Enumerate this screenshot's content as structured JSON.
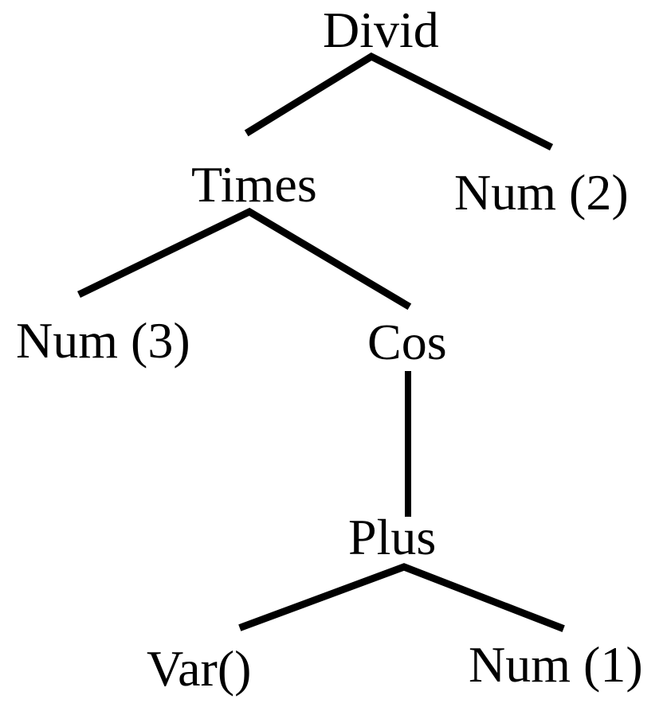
{
  "diagram": {
    "type": "tree",
    "description": "Expression parse tree",
    "background_color": "#ffffff",
    "edge_color": "#000000",
    "text_color": "#000000",
    "nodes": [
      {
        "id": "divid",
        "label": "Divid"
      },
      {
        "id": "times",
        "label": "Times"
      },
      {
        "id": "num2",
        "label": "Num (2)"
      },
      {
        "id": "num3",
        "label": "Num (3)"
      },
      {
        "id": "cos",
        "label": "Cos"
      },
      {
        "id": "plus",
        "label": "Plus"
      },
      {
        "id": "var",
        "label": "Var()"
      },
      {
        "id": "num1",
        "label": "Num (1)"
      }
    ],
    "edges": [
      {
        "from": "divid",
        "to": "times"
      },
      {
        "from": "divid",
        "to": "num2"
      },
      {
        "from": "times",
        "to": "num3"
      },
      {
        "from": "times",
        "to": "cos"
      },
      {
        "from": "cos",
        "to": "plus"
      },
      {
        "from": "plus",
        "to": "var"
      },
      {
        "from": "plus",
        "to": "num1"
      }
    ]
  }
}
